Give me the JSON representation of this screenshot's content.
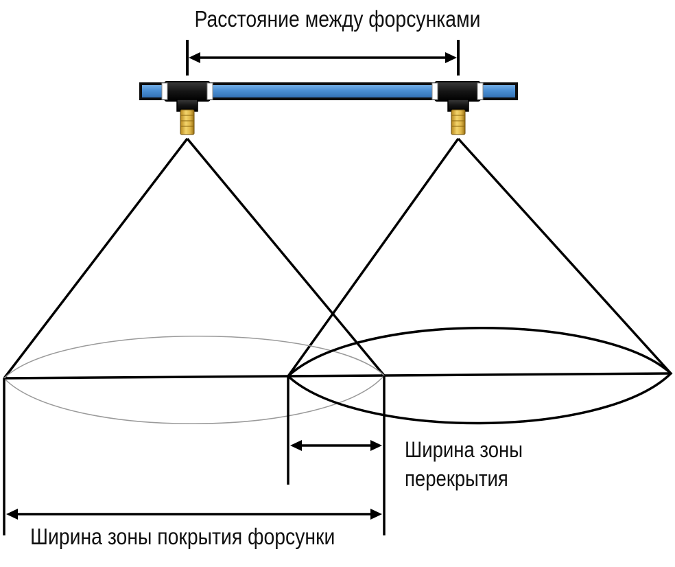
{
  "labels": {
    "nozzle_spacing": "Расстояние между форсунками",
    "overlap_width_line1": "Ширина зоны",
    "overlap_width_line2": "перекрытия",
    "coverage_width": "Ширина зоны покрытия форсунки"
  },
  "colors": {
    "pipe_blue": "#4a8fd4",
    "pipe_outline": "#0d0d0d",
    "fitting_black": "#151515",
    "nozzle_brass": "#e0b84a",
    "line_black": "#000000",
    "ellipse_gray": "#9a9a9a"
  },
  "nozzles": [
    {
      "name": "left-nozzle"
    },
    {
      "name": "right-nozzle"
    }
  ]
}
